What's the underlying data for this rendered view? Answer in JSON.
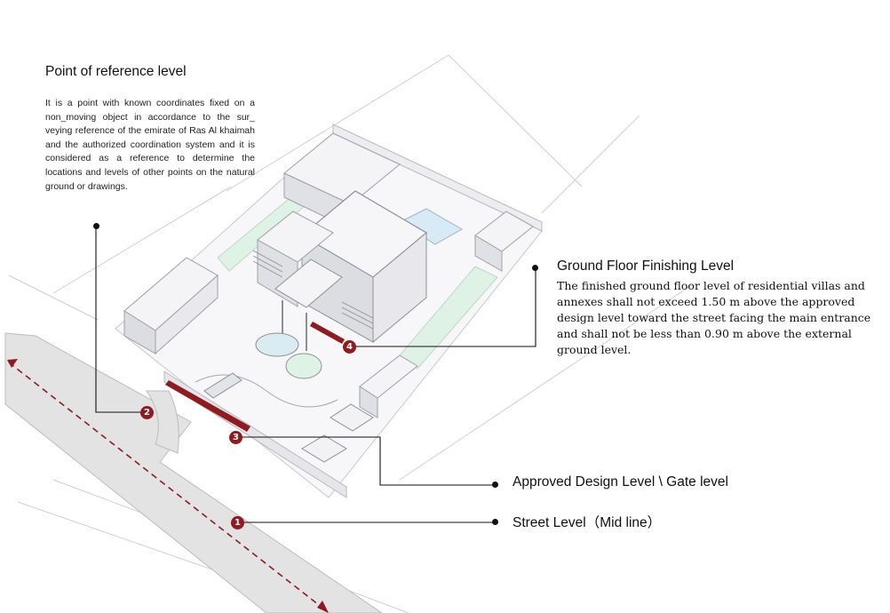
{
  "reference_point": {
    "title": "Point of reference level",
    "description": "It is a point with known coordinates fixed on a non_moving object in accordance to the sur_ veying reference of the emirate of Ras Al khaimah and the authorized coordination system and it is considered as a reference to determine the locations and levels of other points on the natural ground or drawings."
  },
  "ground_floor": {
    "title": "Ground Floor Finishing Level",
    "description": "The finished ground floor level of residential villas and annexes shall not exceed 1.50 m above the approved design level toward the street facing the main entrance and shall not be less than 0.90 m above the external ground level."
  },
  "approved_design": {
    "title": "Approved Design Level \\ Gate level"
  },
  "street_level": {
    "title": "Street Level（Mid line）"
  },
  "markers": [
    "1",
    "2",
    "3",
    "4"
  ],
  "colors": {
    "marker": "#8f1a1f",
    "leader": "#111111",
    "street": "#e3e3e3",
    "green": "#dff2e6",
    "water": "#d7eaf5"
  }
}
